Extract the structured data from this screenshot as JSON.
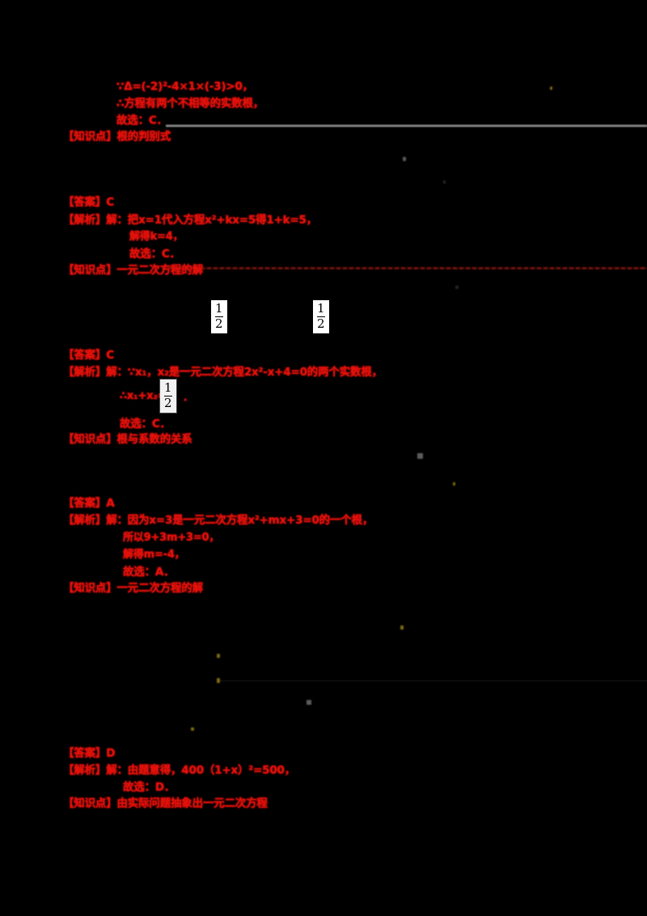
{
  "document": {
    "title": "数学试卷答案解析",
    "background_color": "#000000",
    "text_color": "#e8110b",
    "page_size": "800x1132"
  },
  "blocks": [
    {
      "id": "block-1",
      "lines": [
        {
          "kind": "work",
          "text": "∵Δ=(-2)²-4×1×(-3)>0，"
        },
        {
          "kind": "work",
          "text": "∴方程有两个不相等的实数根，"
        },
        {
          "kind": "choice",
          "text": "故选：C．"
        },
        {
          "kind": "point",
          "label": "【知识点】",
          "text": "根的判别式"
        }
      ]
    },
    {
      "id": "block-2",
      "lines": [
        {
          "kind": "answer",
          "label": "【答案】",
          "text": "C"
        },
        {
          "kind": "explain",
          "label": "【解析】",
          "text": "解：把x=1代入方程x²+kx=5得1+k=5，"
        },
        {
          "kind": "work",
          "text": "解得k=4，"
        },
        {
          "kind": "choice",
          "text": "故选：C．"
        },
        {
          "kind": "point",
          "label": "【知识点】",
          "text": "一元二次方程的解"
        }
      ]
    },
    {
      "id": "block-3",
      "lines": [
        {
          "kind": "answer",
          "label": "【答案】",
          "text": "C"
        },
        {
          "kind": "explain",
          "label": "【解析】",
          "text": "解：∵x₁，x₂是一元二次方程2x²-x+4=0的两个实数根，"
        },
        {
          "kind": "work",
          "text": "∴x₁+x₂=",
          "frac_num": "1",
          "frac_den": "2",
          "tail": "．"
        },
        {
          "kind": "choice",
          "text": "故选：C．"
        },
        {
          "kind": "point",
          "label": "【知识点】",
          "text": "根与系数的关系"
        }
      ]
    },
    {
      "id": "block-4",
      "lines": [
        {
          "kind": "answer",
          "label": "【答案】",
          "text": "A"
        },
        {
          "kind": "explain",
          "label": "【解析】",
          "text": "解：因为x=3是一元二次方程x²+mx+3=0的一个根，"
        },
        {
          "kind": "work",
          "text": "所以9+3m+3=0，"
        },
        {
          "kind": "work",
          "text": "解得m=-4，"
        },
        {
          "kind": "choice",
          "text": "故选：A．"
        },
        {
          "kind": "point",
          "label": "【知识点】",
          "text": "一元二次方程的解"
        }
      ]
    },
    {
      "id": "block-5",
      "lines": [
        {
          "kind": "answer",
          "label": "【答案】",
          "text": "D"
        },
        {
          "kind": "explain",
          "label": "【解析】",
          "text": "解：由题意得，400（1+x）²=500，"
        },
        {
          "kind": "choice",
          "text": "故选：D．"
        },
        {
          "kind": "point",
          "label": "【知识点】",
          "text": "由实际问题抽象出一元二次方程"
        }
      ]
    }
  ],
  "floating_fractions": [
    {
      "id": "frac-left",
      "numerator": "1",
      "denominator": "2"
    },
    {
      "id": "frac-right",
      "numerator": "1",
      "denominator": "2"
    }
  ],
  "rules": [
    {
      "id": "rule-gray-top",
      "color": "#7e7e7e"
    },
    {
      "id": "rule-red-mid",
      "color": "#6d110c"
    }
  ]
}
